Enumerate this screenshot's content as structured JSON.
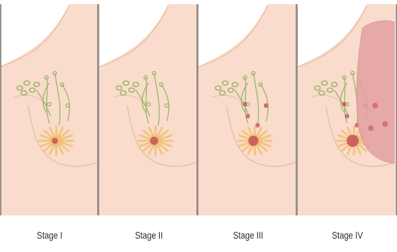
{
  "diagram": {
    "panels": [
      {
        "label": "Stage I",
        "tumor_level": 1,
        "has_lymph_spread": false,
        "has_large_mass": false
      },
      {
        "label": "Stage II",
        "tumor_level": 2,
        "has_lymph_spread": false,
        "has_large_mass": false
      },
      {
        "label": "Stage III",
        "tumor_level": 3,
        "has_lymph_spread": true,
        "has_large_mass": false
      },
      {
        "label": "Stage IV",
        "tumor_level": 4,
        "has_lymph_spread": true,
        "has_large_mass": true
      }
    ],
    "colors": {
      "skin": "#f9dccb",
      "skin_outline": "#e8b9a2",
      "background": "#ffffff",
      "divider": "#9a8f8a",
      "lymph": "#9bb46a",
      "gland": "#f0c070",
      "tumor": "#c8505a",
      "mass": "#e5a1a3"
    }
  }
}
